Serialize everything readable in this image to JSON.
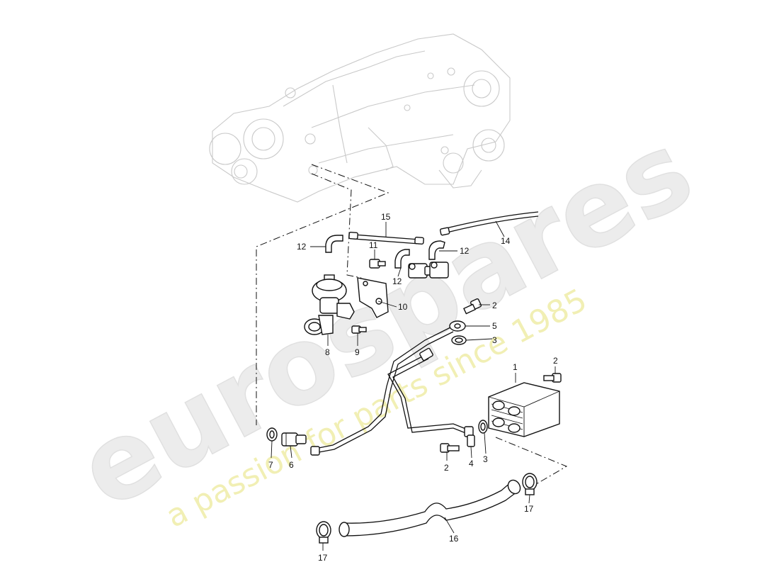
{
  "watermark": {
    "brand": "eurospares",
    "tagline": "a passion for parts since 1985",
    "brand_color": "#e6e6e6",
    "tagline_color": "#f1efb4"
  },
  "callouts": {
    "p1": "1",
    "p2a": "2",
    "p2b": "2",
    "p2c": "2",
    "p3a": "3",
    "p3b": "3",
    "p4": "4",
    "p5": "5",
    "p6": "6",
    "p7": "7",
    "p8": "8",
    "p9": "9",
    "p10": "10",
    "p11": "11",
    "p12a": "12",
    "p12b": "12",
    "p12c": "12",
    "p14": "14",
    "p15": "15",
    "p16": "16",
    "p17a": "17",
    "p17b": "17"
  }
}
